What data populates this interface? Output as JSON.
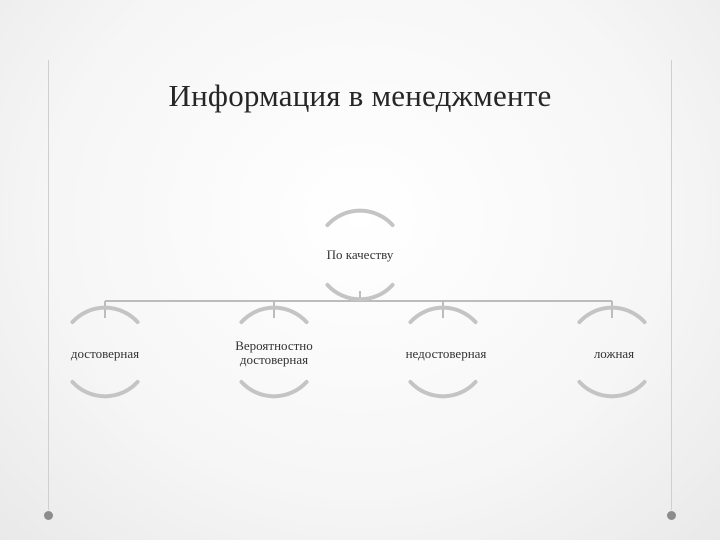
{
  "slide": {
    "title": "Информация в менеджменте"
  },
  "diagram": {
    "root": {
      "label": "По качеству"
    },
    "children": [
      {
        "label": "достоверная"
      },
      {
        "label": "Вероятностно достоверная"
      },
      {
        "label": "недостоверная"
      },
      {
        "label": "ложная"
      }
    ]
  },
  "colors": {
    "arc": "#c4c4c4",
    "connector": "#bcbcbc",
    "text": "#262626",
    "dot": "#8c8c8c"
  }
}
